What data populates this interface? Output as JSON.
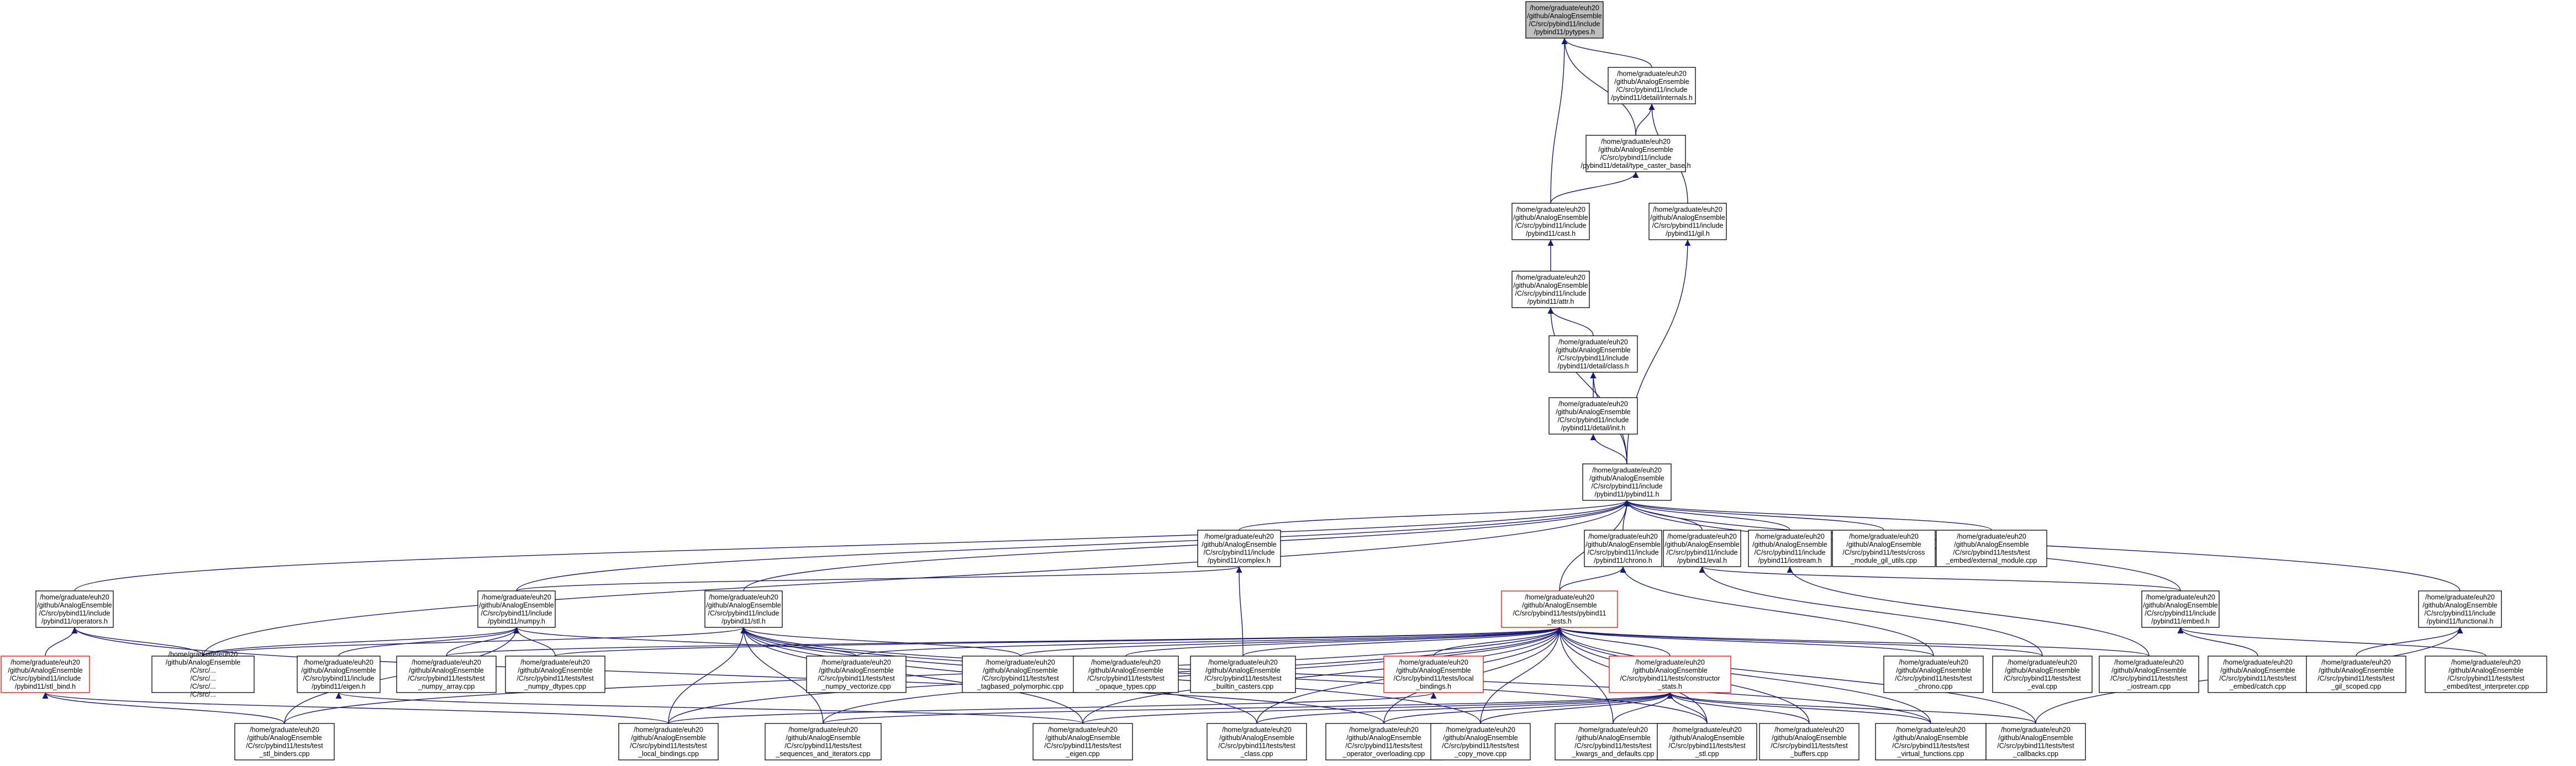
{
  "colors": {
    "edge": "#191970",
    "node_border": "#000000",
    "node_border_incomplete": "#ff0000",
    "root_fill": "#bfbfbf",
    "node_fill": "#ffffff"
  },
  "nodes": {
    "pytypes": {
      "lines": [
        "/home/graduate/euh20",
        "/github/AnalogEnsemble",
        "/C/src/pybind11/include",
        "/pybind11/pytypes.h"
      ],
      "style": "root"
    },
    "internals": {
      "lines": [
        "/home/graduate/euh20",
        "/github/AnalogEnsemble",
        "/C/src/pybind11/include",
        "/pybind11/detail/internals.h"
      ],
      "style": "normal"
    },
    "type_caster_base": {
      "lines": [
        "/home/graduate/euh20",
        "/github/AnalogEnsemble",
        "/C/src/pybind11/include",
        "/pybind11/detail/type_caster_base.h"
      ],
      "style": "normal"
    },
    "cast": {
      "lines": [
        "/home/graduate/euh20",
        "/github/AnalogEnsemble",
        "/C/src/pybind11/include",
        "/pybind11/cast.h"
      ],
      "style": "normal"
    },
    "gil": {
      "lines": [
        "/home/graduate/euh20",
        "/github/AnalogEnsemble",
        "/C/src/pybind11/include",
        "/pybind11/gil.h"
      ],
      "style": "normal"
    },
    "attr": {
      "lines": [
        "/home/graduate/euh20",
        "/github/AnalogEnsemble",
        "/C/src/pybind11/include",
        "/pybind11/attr.h"
      ],
      "style": "normal"
    },
    "detail_class": {
      "lines": [
        "/home/graduate/euh20",
        "/github/AnalogEnsemble",
        "/C/src/pybind11/include",
        "/pybind11/detail/class.h"
      ],
      "style": "normal"
    },
    "detail_init": {
      "lines": [
        "/home/graduate/euh20",
        "/github/AnalogEnsemble",
        "/C/src/pybind11/include",
        "/pybind11/detail/init.h"
      ],
      "style": "normal"
    },
    "pybind11h": {
      "lines": [
        "/home/graduate/euh20",
        "/github/AnalogEnsemble",
        "/C/src/pybind11/include",
        "/pybind11/pybind11.h"
      ],
      "style": "normal"
    },
    "complex": {
      "lines": [
        "/home/graduate/euh20",
        "/github/AnalogEnsemble",
        "/C/src/pybind11/include",
        "/pybind11/complex.h"
      ],
      "style": "normal"
    },
    "chrono_h": {
      "lines": [
        "/home/graduate/euh20",
        "/github/AnalogEnsemble",
        "/C/src/pybind11/include",
        "/pybind11/chrono.h"
      ],
      "style": "normal"
    },
    "eval_h": {
      "lines": [
        "/home/graduate/euh20",
        "/github/AnalogEnsemble",
        "/C/src/pybind11/include",
        "/pybind11/eval.h"
      ],
      "style": "normal"
    },
    "iostream_h": {
      "lines": [
        "/home/graduate/euh20",
        "/github/AnalogEnsemble",
        "/C/src/pybind11/include",
        "/pybind11/iostream.h"
      ],
      "style": "normal"
    },
    "cross_module": {
      "lines": [
        "/home/graduate/euh20",
        "/github/AnalogEnsemble",
        "/C/src/pybind11/tests/cross",
        "_module_gil_utils.cpp"
      ],
      "style": "normal"
    },
    "external_module": {
      "lines": [
        "/home/graduate/euh20",
        "/github/AnalogEnsemble",
        "/C/src/pybind11/tests/test",
        "_embed/external_module.cpp"
      ],
      "style": "normal"
    },
    "operators": {
      "lines": [
        "/home/graduate/euh20",
        "/github/AnalogEnsemble",
        "/C/src/pybind11/include",
        "/pybind11/operators.h"
      ],
      "style": "normal"
    },
    "numpy_h": {
      "lines": [
        "/home/graduate/euh20",
        "/github/AnalogEnsemble",
        "/C/src/pybind11/include",
        "/pybind11/numpy.h"
      ],
      "style": "normal"
    },
    "stl_h": {
      "lines": [
        "/home/graduate/euh20",
        "/github/AnalogEnsemble",
        "/C/src/pybind11/include",
        "/pybind11/stl.h"
      ],
      "style": "normal"
    },
    "tests_h": {
      "lines": [
        "/home/graduate/euh20",
        "/github/AnalogEnsemble",
        "/C/src/pybind11/tests/pybind11",
        "_tests.h"
      ],
      "style": "incomplete"
    },
    "embed_h": {
      "lines": [
        "/home/graduate/euh20",
        "/github/AnalogEnsemble",
        "/C/src/pybind11/include",
        "/pybind11/embed.h"
      ],
      "style": "normal"
    },
    "functional_h": {
      "lines": [
        "/home/graduate/euh20",
        "/github/AnalogEnsemble",
        "/C/src/pybind11/include",
        "/pybind11/functional.h"
      ],
      "style": "normal"
    },
    "stl_bind": {
      "lines": [
        "/home/graduate/euh20",
        "/github/AnalogEnsemble",
        "/C/src/pybind11/include",
        "/pybind11/stl_bind.h"
      ],
      "style": "incomplete"
    },
    "gridpy": {
      "lines": [
        "/home/graduate/euh20",
        "/github/AnalogEnsemble",
        "/C/src/...",
        "/C/src/...",
        "/C/src/...",
        "/C/src/..."
      ],
      "style": "normal"
    },
    "eigen_h": {
      "lines": [
        "/home/graduate/euh20",
        "/github/AnalogEnsemble",
        "/C/src/pybind11/include",
        "/pybind11/eigen.h"
      ],
      "style": "normal"
    },
    "numpy_array": {
      "lines": [
        "/home/graduate/euh20",
        "/github/AnalogEnsemble",
        "/C/src/pybind11/tests/test",
        "_numpy_array.cpp"
      ],
      "style": "normal"
    },
    "numpy_dtypes": {
      "lines": [
        "/home/graduate/euh20",
        "/github/AnalogEnsemble",
        "/C/src/pybind11/tests/test",
        "_numpy_dtypes.cpp"
      ],
      "style": "normal"
    },
    "numpy_vectorize": {
      "lines": [
        "/home/graduate/euh20",
        "/github/AnalogEnsemble",
        "/C/src/pybind11/tests/test",
        "_numpy_vectorize.cpp"
      ],
      "style": "normal"
    },
    "tagbased": {
      "lines": [
        "/home/graduate/euh20",
        "/github/AnalogEnsemble",
        "/C/src/pybind11/tests/test",
        "_tagbased_polymorphic.cpp"
      ],
      "style": "normal"
    },
    "opaque_types": {
      "lines": [
        "/home/graduate/euh20",
        "/github/AnalogEnsemble",
        "/C/src/pybind11/tests/test",
        "_opaque_types.cpp"
      ],
      "style": "normal"
    },
    "builtin_casters": {
      "lines": [
        "/home/graduate/euh20",
        "/github/AnalogEnsemble",
        "/C/src/pybind11/tests/test",
        "_builtin_casters.cpp"
      ],
      "style": "normal"
    },
    "local_bindings_h": {
      "lines": [
        "/home/graduate/euh20",
        "/github/AnalogEnsemble",
        "/C/src/pybind11/tests/local",
        "_bindings.h"
      ],
      "style": "incomplete"
    },
    "constructor_stats": {
      "lines": [
        "/home/graduate/euh20",
        "/github/AnalogEnsemble",
        "/C/src/pybind11/tests/constructor",
        "_stats.h"
      ],
      "style": "incomplete"
    },
    "test_chrono": {
      "lines": [
        "/home/graduate/euh20",
        "/github/AnalogEnsemble",
        "/C/src/pybind11/tests/test",
        "_chrono.cpp"
      ],
      "style": "normal"
    },
    "test_eval": {
      "lines": [
        "/home/graduate/euh20",
        "/github/AnalogEnsemble",
        "/C/src/pybind11/tests/test",
        "_eval.cpp"
      ],
      "style": "normal"
    },
    "test_iostream": {
      "lines": [
        "/home/graduate/euh20",
        "/github/AnalogEnsemble",
        "/C/src/pybind11/tests/test",
        "_iostream.cpp"
      ],
      "style": "normal"
    },
    "test_embed_catch": {
      "lines": [
        "/home/graduate/euh20",
        "/github/AnalogEnsemble",
        "/C/src/pybind11/tests/test",
        "_embed/catch.cpp"
      ],
      "style": "normal"
    },
    "test_gil_scoped": {
      "lines": [
        "/home/graduate/euh20",
        "/github/AnalogEnsemble",
        "/C/src/pybind11/tests/test",
        "_gil_scoped.cpp"
      ],
      "style": "normal"
    },
    "test_embed_interp": {
      "lines": [
        "/home/graduate/euh20",
        "/github/AnalogEnsemble",
        "/C/src/pybind11/tests/test",
        "_embed/test_interpreter.cpp"
      ],
      "style": "normal"
    },
    "test_all_binders": {
      "lines": [
        "/home/graduate/euh20",
        "/github/AnalogEnsemble",
        "/C/src/pybind11/tests/test",
        "_stl_binders.cpp"
      ],
      "style": "normal"
    },
    "test_local_bindings": {
      "lines": [
        "/home/graduate/euh20",
        "/github/AnalogEnsemble",
        "/C/src/pybind11/tests/test",
        "_local_bindings.cpp"
      ],
      "style": "normal"
    },
    "test_sequences": {
      "lines": [
        "/home/graduate/euh20",
        "/github/AnalogEnsemble",
        "/C/src/pybind11/tests/test",
        "_sequences_and_iterators.cpp"
      ],
      "style": "normal"
    },
    "test_eigen": {
      "lines": [
        "/home/graduate/euh20",
        "/github/AnalogEnsemble",
        "/C/src/pybind11/tests/test",
        "_eigen.cpp"
      ],
      "style": "normal"
    },
    "test_class": {
      "lines": [
        "/home/graduate/euh20",
        "/github/AnalogEnsemble",
        "/C/src/pybind11/tests/test",
        "_class.cpp"
      ],
      "style": "normal"
    },
    "test_operator": {
      "lines": [
        "/home/graduate/euh20",
        "/github/AnalogEnsemble",
        "/C/src/pybind11/tests/test",
        "_operator_overloading.cpp"
      ],
      "style": "normal"
    },
    "test_copy_move": {
      "lines": [
        "/home/graduate/euh20",
        "/github/AnalogEnsemble",
        "/C/src/pybind11/tests/test",
        "_copy_move.cpp"
      ],
      "style": "normal"
    },
    "test_kwargs": {
      "lines": [
        "/home/graduate/euh20",
        "/github/AnalogEnsemble",
        "/C/src/pybind11/tests/test",
        "_kwargs_and_defaults.cpp"
      ],
      "style": "normal"
    },
    "test_stl": {
      "lines": [
        "/home/graduate/euh20",
        "/github/AnalogEnsemble",
        "/C/src/pybind11/tests/test",
        "_stl.cpp"
      ],
      "style": "normal"
    },
    "test_buffers": {
      "lines": [
        "/home/graduate/euh20",
        "/github/AnalogEnsemble",
        "/C/src/pybind11/tests/test",
        "_buffers.cpp"
      ],
      "style": "normal"
    },
    "test_virtual": {
      "lines": [
        "/home/graduate/euh20",
        "/github/AnalogEnsemble",
        "/C/src/pybind11/tests/test",
        "_virtual_functions.cpp"
      ],
      "style": "normal"
    },
    "test_callbacks": {
      "lines": [
        "/home/graduate/euh20",
        "/github/AnalogEnsemble",
        "/C/src/pybind11/tests/test",
        "_callbacks.cpp"
      ],
      "style": "normal"
    }
  },
  "edges": [
    [
      "internals",
      "pytypes"
    ],
    [
      "type_caster_base",
      "pytypes"
    ],
    [
      "cast",
      "pytypes"
    ],
    [
      "type_caster_base",
      "internals"
    ],
    [
      "gil",
      "internals"
    ],
    [
      "cast",
      "type_caster_base"
    ],
    [
      "attr",
      "cast"
    ],
    [
      "detail_class",
      "attr"
    ],
    [
      "pybind11h",
      "attr"
    ],
    [
      "detail_init",
      "detail_class"
    ],
    [
      "pybind11h",
      "detail_class"
    ],
    [
      "pybind11h",
      "detail_init"
    ],
    [
      "pybind11h",
      "gil"
    ],
    [
      "complex",
      "pybind11h"
    ],
    [
      "chrono_h",
      "pybind11h"
    ],
    [
      "eval_h",
      "pybind11h"
    ],
    [
      "iostream_h",
      "pybind11h"
    ],
    [
      "cross_module",
      "pybind11h"
    ],
    [
      "external_module",
      "pybind11h"
    ],
    [
      "operators",
      "pybind11h"
    ],
    [
      "numpy_h",
      "pybind11h"
    ],
    [
      "stl_h",
      "pybind11h"
    ],
    [
      "tests_h",
      "pybind11h"
    ],
    [
      "embed_h",
      "pybind11h"
    ],
    [
      "functional_h",
      "pybind11h"
    ],
    [
      "gridpy",
      "pybind11h"
    ],
    [
      "numpy_h",
      "complex"
    ],
    [
      "builtin_casters",
      "complex"
    ],
    [
      "tests_h",
      "chrono_h"
    ],
    [
      "test_chrono",
      "chrono_h"
    ],
    [
      "embed_h",
      "eval_h"
    ],
    [
      "test_eval",
      "eval_h"
    ],
    [
      "test_iostream",
      "iostream_h"
    ],
    [
      "stl_bind",
      "operators"
    ],
    [
      "gridpy",
      "operators"
    ],
    [
      "test_operator",
      "operators"
    ],
    [
      "gridpy",
      "numpy_h"
    ],
    [
      "eigen_h",
      "numpy_h"
    ],
    [
      "numpy_array",
      "numpy_h"
    ],
    [
      "numpy_dtypes",
      "numpy_h"
    ],
    [
      "numpy_vectorize",
      "numpy_h"
    ],
    [
      "test_all_binders",
      "numpy_h"
    ],
    [
      "gridpy",
      "stl_h"
    ],
    [
      "tagbased",
      "stl_h"
    ],
    [
      "test_local_bindings",
      "stl_h"
    ],
    [
      "test_sequences",
      "stl_h"
    ],
    [
      "test_eigen",
      "stl_h"
    ],
    [
      "test_class",
      "stl_h"
    ],
    [
      "test_copy_move",
      "stl_h"
    ],
    [
      "test_stl",
      "stl_h"
    ],
    [
      "test_virtual",
      "stl_h"
    ],
    [
      "test_callbacks",
      "tests_h"
    ],
    [
      "test_chrono",
      "tests_h"
    ],
    [
      "test_eval",
      "tests_h"
    ],
    [
      "test_iostream",
      "tests_h"
    ],
    [
      "numpy_array",
      "tests_h"
    ],
    [
      "numpy_dtypes",
      "tests_h"
    ],
    [
      "numpy_vectorize",
      "tests_h"
    ],
    [
      "tagbased",
      "tests_h"
    ],
    [
      "opaque_types",
      "tests_h"
    ],
    [
      "builtin_casters",
      "tests_h"
    ],
    [
      "local_bindings_h",
      "tests_h"
    ],
    [
      "constructor_stats",
      "tests_h"
    ],
    [
      "test_local_bindings",
      "tests_h"
    ],
    [
      "test_sequences",
      "tests_h"
    ],
    [
      "test_eigen",
      "tests_h"
    ],
    [
      "test_class",
      "tests_h"
    ],
    [
      "test_operator",
      "tests_h"
    ],
    [
      "test_copy_move",
      "tests_h"
    ],
    [
      "test_kwargs",
      "tests_h"
    ],
    [
      "test_stl",
      "tests_h"
    ],
    [
      "test_buffers",
      "tests_h"
    ],
    [
      "test_virtual",
      "tests_h"
    ],
    [
      "test_all_binders",
      "tests_h"
    ],
    [
      "test_embed_catch",
      "embed_h"
    ],
    [
      "test_embed_interp",
      "embed_h"
    ],
    [
      "test_gil_scoped",
      "functional_h"
    ],
    [
      "test_callbacks",
      "functional_h"
    ],
    [
      "test_all_binders",
      "stl_bind"
    ],
    [
      "test_local_bindings",
      "stl_bind"
    ],
    [
      "test_eigen",
      "eigen_h"
    ],
    [
      "test_local_bindings",
      "local_bindings_h"
    ],
    [
      "test_sequences",
      "constructor_stats"
    ],
    [
      "test_eigen",
      "constructor_stats"
    ],
    [
      "test_class",
      "constructor_stats"
    ],
    [
      "test_operator",
      "constructor_stats"
    ],
    [
      "test_copy_move",
      "constructor_stats"
    ],
    [
      "test_kwargs",
      "constructor_stats"
    ],
    [
      "test_stl",
      "constructor_stats"
    ],
    [
      "test_buffers",
      "constructor_stats"
    ],
    [
      "test_virtual",
      "constructor_stats"
    ],
    [
      "test_callbacks",
      "constructor_stats"
    ]
  ]
}
